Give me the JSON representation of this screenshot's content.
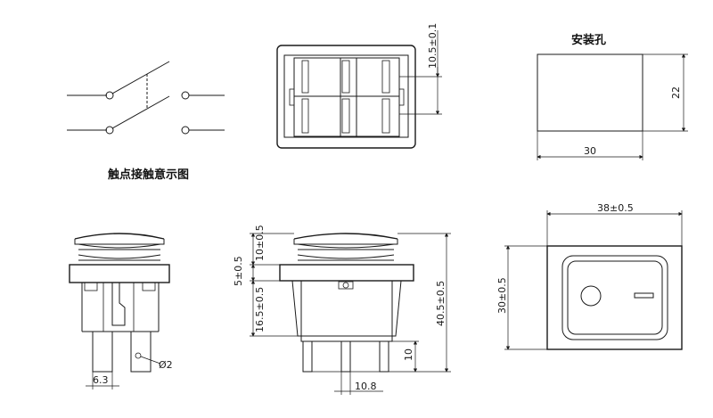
{
  "labels": {
    "contact_diagram": "触点接触意示图",
    "mounting_hole": "安装孔"
  },
  "dims": {
    "top_height": "10.5±0.1",
    "hole_height": "22",
    "hole_width": "30",
    "front_width": "38±0.5",
    "front_height": "30±0.5",
    "cap_height": "10±0.5",
    "bezel_height": "5±0.5",
    "body_height": "16.5±0.5",
    "total_height": "40.5±0.5",
    "terminal_length": "10",
    "terminal_pitch": "10.8",
    "terminal_width": "6.3",
    "hole_diameter": "Ø2"
  }
}
